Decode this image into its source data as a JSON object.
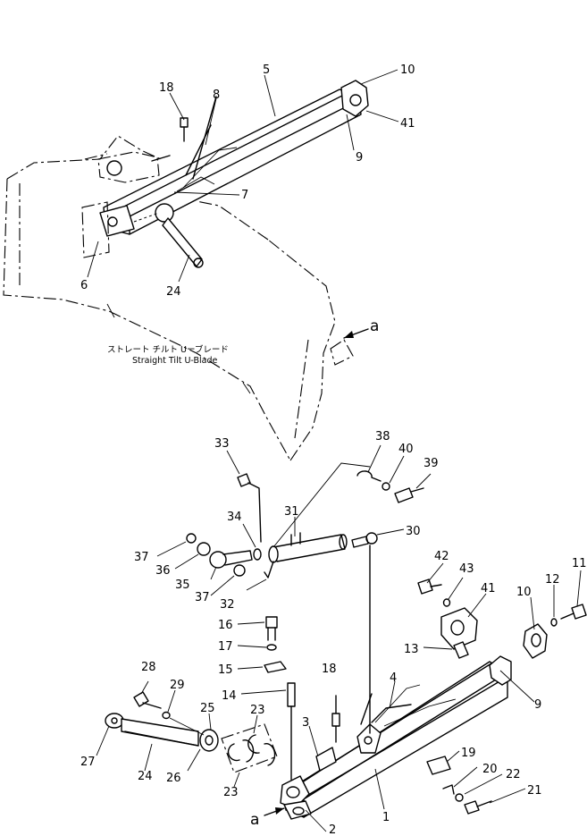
{
  "diagram": {
    "caption_jp": "ストレート チルト Uーブレード",
    "caption_en": "Straight Tilt U-Blade",
    "view_marker": "a"
  },
  "callouts": {
    "c1": "1",
    "c2": "2",
    "c3": "3",
    "c4": "4",
    "c5": "5",
    "c6": "6",
    "c7": "7",
    "c8": "8",
    "c9a": "9",
    "c9b": "9",
    "c10a": "10",
    "c10b": "10",
    "c11": "11",
    "c12": "12",
    "c13": "13",
    "c14": "14",
    "c15": "15",
    "c16": "16",
    "c17": "17",
    "c18a": "18",
    "c18b": "18",
    "c19": "19",
    "c20": "20",
    "c21": "21",
    "c22": "22",
    "c23a": "23",
    "c23b": "23",
    "c24a": "24",
    "c24b": "24",
    "c25": "25",
    "c26": "26",
    "c27": "27",
    "c28": "28",
    "c29": "29",
    "c30": "30",
    "c31": "31",
    "c32": "32",
    "c33": "33",
    "c34": "34",
    "c35": "35",
    "c36": "36",
    "c37a": "37",
    "c37b": "37",
    "c38": "38",
    "c39": "39",
    "c40": "40",
    "c41a": "41",
    "c41b": "41",
    "c42": "42",
    "c43": "43"
  }
}
